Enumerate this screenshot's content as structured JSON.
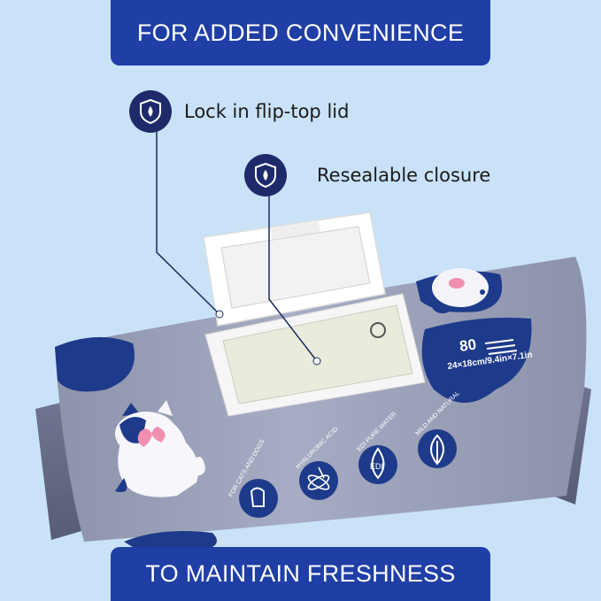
{
  "header": {
    "title": "FOR ADDED CONVENIENCE"
  },
  "footer": {
    "title": "TO MAINTAIN FRESHNESS"
  },
  "callouts": [
    {
      "label": "Lock in flip-top lid",
      "icon": "shield-drop-icon"
    },
    {
      "label": "Resealable closure",
      "icon": "shield-drop-icon"
    }
  ],
  "package": {
    "count": "80",
    "size_text": "24×18cm/9.4in×7.1in",
    "features": [
      {
        "label": "FOR CATS AND DOGS",
        "icon": "pet-icon"
      },
      {
        "label": "HYALURONIC ACID",
        "icon": "molecule-icon"
      },
      {
        "label": "EDI PURE WATER",
        "icon": "edi-icon",
        "icon_text": "EDI"
      },
      {
        "label": "MILD AND NATURAL",
        "icon": "leaf-icon"
      }
    ]
  },
  "colors": {
    "background": "#c9e2f8",
    "banner": "#1f3ea6",
    "badge": "#1f2a6b",
    "package": "#9aa0b6",
    "spot": "#1e3a8a"
  }
}
